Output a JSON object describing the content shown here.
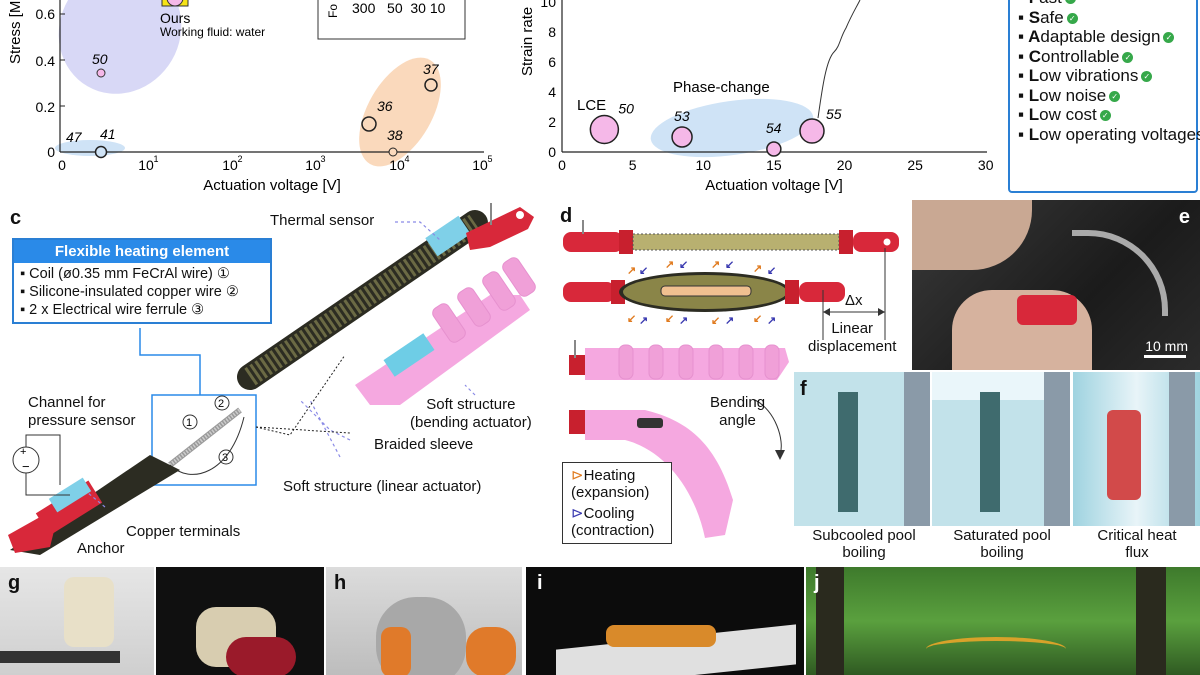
{
  "panel_a": {
    "ylabel": "Stress [M",
    "xlabel": "Actuation voltage [V]",
    "ours_label": "Ours",
    "working_fluid": "Working fluid: water",
    "inset_ylabel": "Fo",
    "inset_values": "300   50  30 10",
    "y_ticks": [
      "0.6",
      "0.4",
      "0.2",
      "0"
    ],
    "x_ticks": [
      "0",
      "10",
      "10",
      "10",
      "10",
      "10"
    ],
    "x_tick_exps": [
      "",
      "1",
      "2",
      "3",
      "4",
      "5"
    ],
    "points": [
      {
        "label": "50",
        "x": 3,
        "y": 0.35
      },
      {
        "label": "47",
        "x": 1.5,
        "y": 0.0
      },
      {
        "label": "41",
        "x": 3,
        "y": 0.0
      },
      {
        "label": "37",
        "x": 25000,
        "y": 0.3
      },
      {
        "label": "36",
        "x": 4500,
        "y": 0.13
      },
      {
        "label": "38",
        "x": 9000,
        "y": 0.0
      }
    ]
  },
  "chart_data": {
    "type": "scatter",
    "ylabel": "Strain rate",
    "xlabel": "Actuation voltage [V]",
    "ylim": [
      0,
      10
    ],
    "xlim": [
      0,
      30
    ],
    "x_ticks": [
      "0",
      "5",
      "10",
      "15",
      "20",
      "25",
      "30"
    ],
    "y_ticks": [
      "0",
      "2",
      "4",
      "6",
      "8",
      "10"
    ],
    "group_label": "Phase-change",
    "lce_label": "LCE",
    "series": [
      {
        "label": "50",
        "x": 3,
        "y": 1.5
      },
      {
        "label": "53",
        "x": 8.5,
        "y": 1.0
      },
      {
        "label": "54",
        "x": 15,
        "y": 0.2
      },
      {
        "label": "55",
        "x": 17.7,
        "y": 1.4
      }
    ]
  },
  "properties": {
    "items": [
      {
        "first": "F",
        "rest": "ast"
      },
      {
        "first": "S",
        "rest": "afe"
      },
      {
        "first": "A",
        "rest": "daptable design"
      },
      {
        "first": "C",
        "rest": "ontrollable"
      },
      {
        "first": "L",
        "rest": "ow vibrations"
      },
      {
        "first": "L",
        "rest": "ow noise"
      },
      {
        "first": "L",
        "rest": "ow cost"
      },
      {
        "first": "L",
        "rest": "ow operating voltages"
      }
    ]
  },
  "panel_c": {
    "letter": "c",
    "heating_title": "Flexible heating element",
    "heating_items": [
      "▪ Coil (ø0.35 mm FeCrAl wire) ①",
      "▪ Silicone-insulated copper wire ②",
      "▪ 2 x Electrical wire ferrule ③"
    ],
    "thermal_sensor": "Thermal sensor",
    "channel": "Channel for\npressure sensor",
    "copper_terminals": "Copper terminals",
    "anchor": "Anchor",
    "braided_sleeve": "Braided sleeve",
    "soft_linear": "Soft structure (linear actuator)",
    "soft_bending": "Soft structure\n(bending actuator)",
    "num1": "1",
    "num2": "2",
    "num3": "3"
  },
  "panel_d": {
    "letter": "d",
    "dx": "Δx",
    "linear_disp": "Linear\ndisplacement",
    "bending_angle": "Bending\nangle",
    "heating": "Heating\n(expansion)",
    "cooling": "Cooling\n(contraction)"
  },
  "panel_e": {
    "letter": "e",
    "scale": "10 mm"
  },
  "panel_f": {
    "letter": "f",
    "captions": [
      "Subcooled pool\nboiling",
      "Saturated pool\nboiling",
      "Critical heat\nflux"
    ]
  },
  "bottom": {
    "g": "g",
    "h": "h",
    "i": "i",
    "j": "j"
  },
  "colors": {
    "blue_accent": "#2a8ae8",
    "pink": "#f5a8e0",
    "red": "#d8283a",
    "green": "#36a84a"
  }
}
